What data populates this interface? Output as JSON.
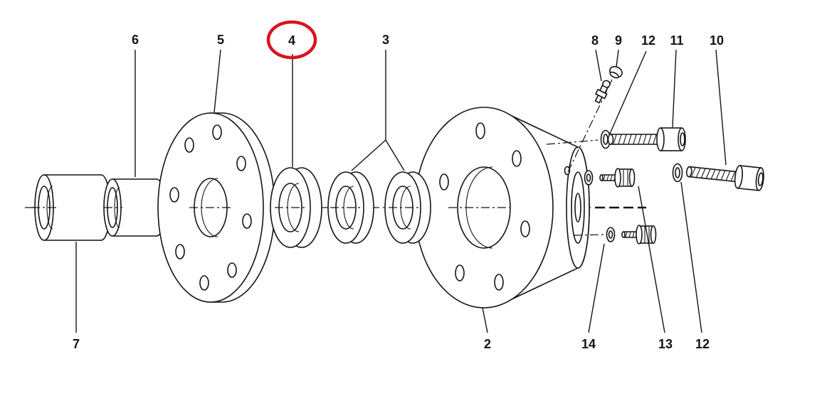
{
  "figure": {
    "type": "exploded-parts-diagram",
    "background": "#ffffff",
    "line_color": "#141414",
    "highlight_color": "#d8141e",
    "callouts_top": [
      {
        "id": "6",
        "label": "6",
        "highlighted": false
      },
      {
        "id": "5",
        "label": "5",
        "highlighted": false
      },
      {
        "id": "4",
        "label": "4",
        "highlighted": true
      },
      {
        "id": "3",
        "label": "3",
        "highlighted": false
      },
      {
        "id": "8",
        "label": "8",
        "highlighted": false
      },
      {
        "id": "9",
        "label": "9",
        "highlighted": false
      },
      {
        "id": "12a",
        "label": "12",
        "highlighted": false
      },
      {
        "id": "11",
        "label": "11",
        "highlighted": false
      },
      {
        "id": "10",
        "label": "10",
        "highlighted": false
      }
    ],
    "callouts_bottom": [
      {
        "id": "7",
        "label": "7",
        "highlighted": false
      },
      {
        "id": "2",
        "label": "2",
        "highlighted": false
      },
      {
        "id": "14",
        "label": "14",
        "highlighted": false
      },
      {
        "id": "13",
        "label": "13",
        "highlighted": false
      },
      {
        "id": "12b",
        "label": "12",
        "highlighted": false
      }
    ]
  }
}
